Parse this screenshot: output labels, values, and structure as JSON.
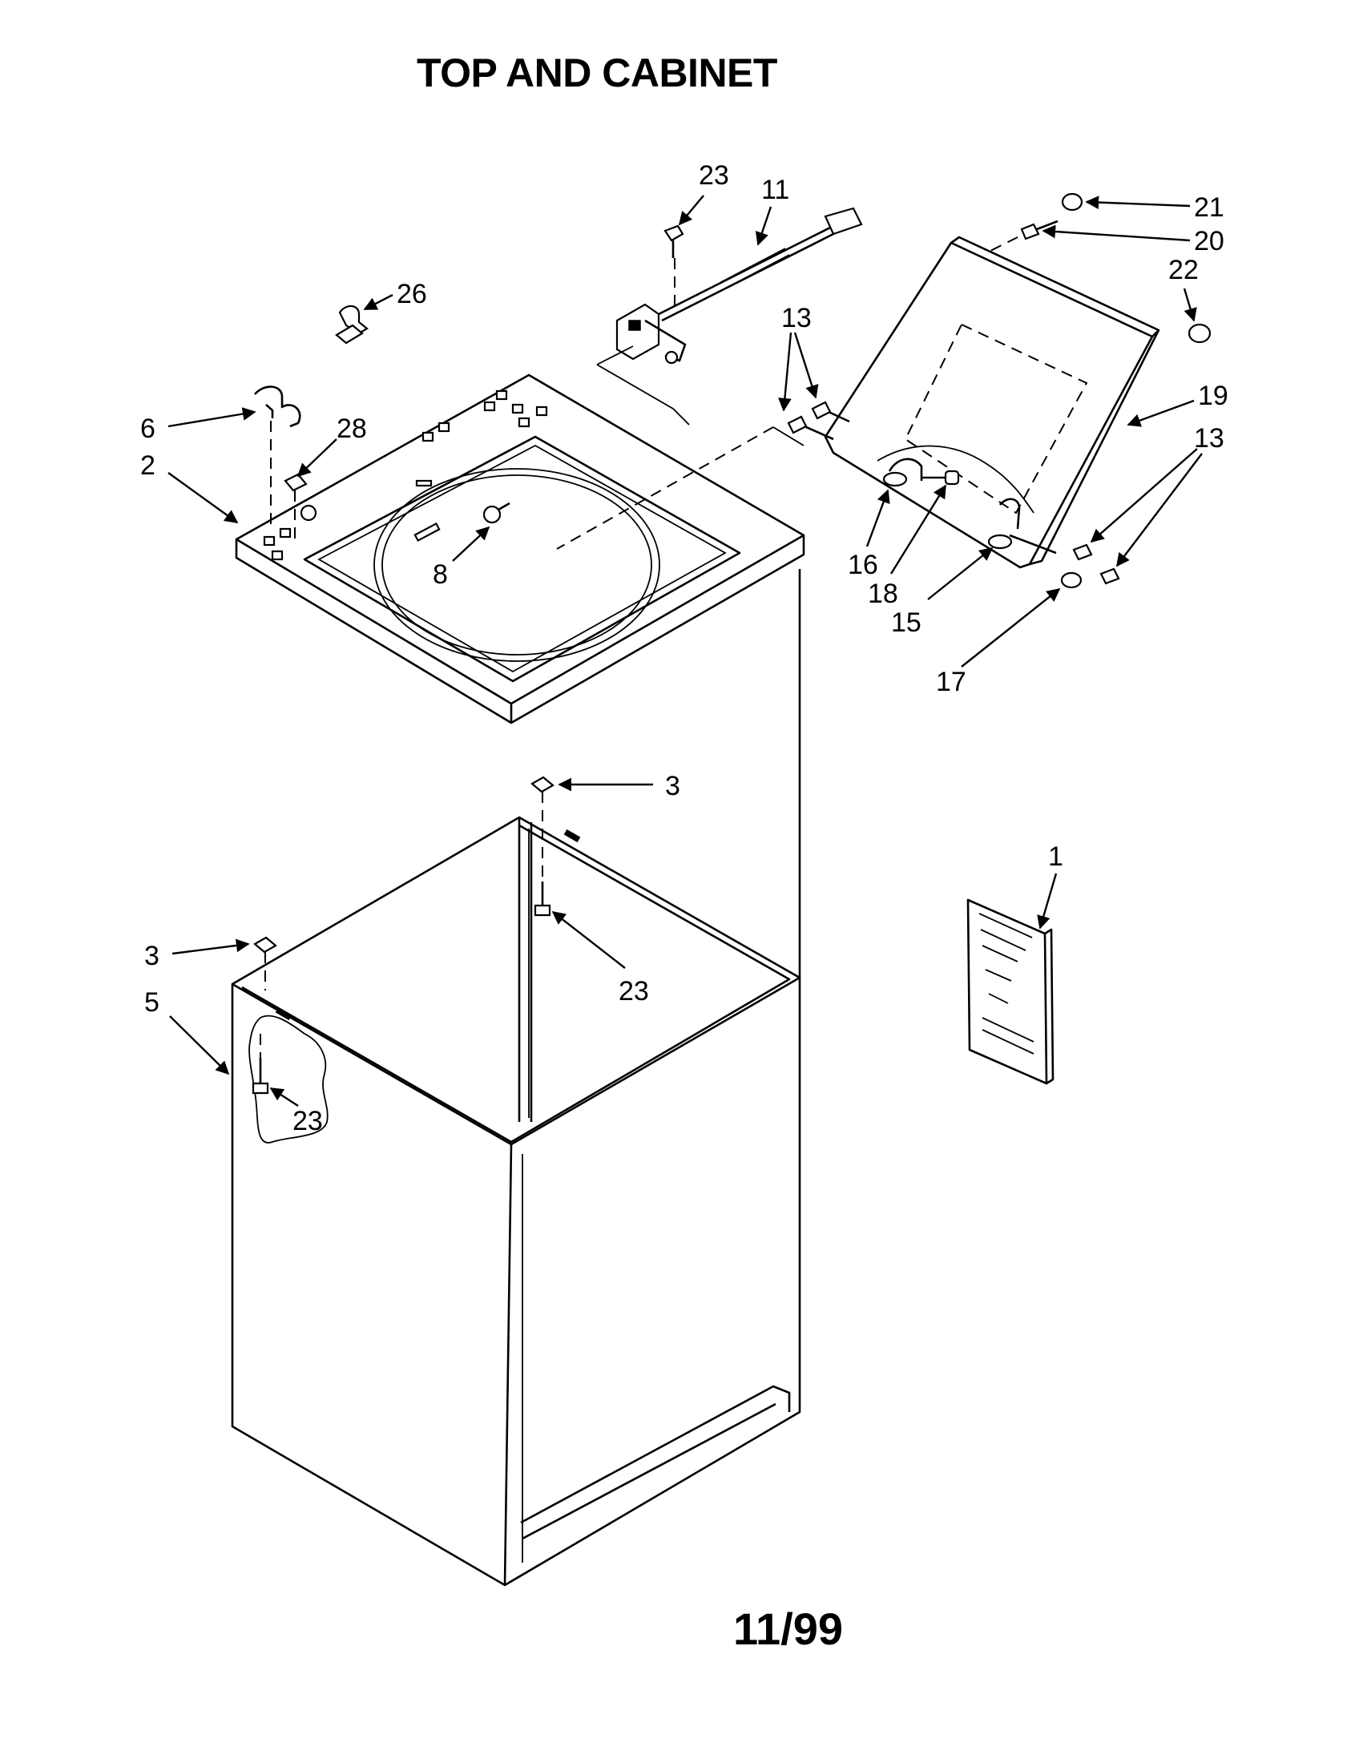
{
  "title": "TOP AND CABINET",
  "date": "11/99",
  "callouts": [
    "23",
    "11",
    "21",
    "20",
    "22",
    "26",
    "13",
    "19",
    "13",
    "6",
    "28",
    "2",
    "8",
    "16",
    "18",
    "15",
    "17",
    "3",
    "1",
    "3",
    "23",
    "5",
    "23"
  ]
}
